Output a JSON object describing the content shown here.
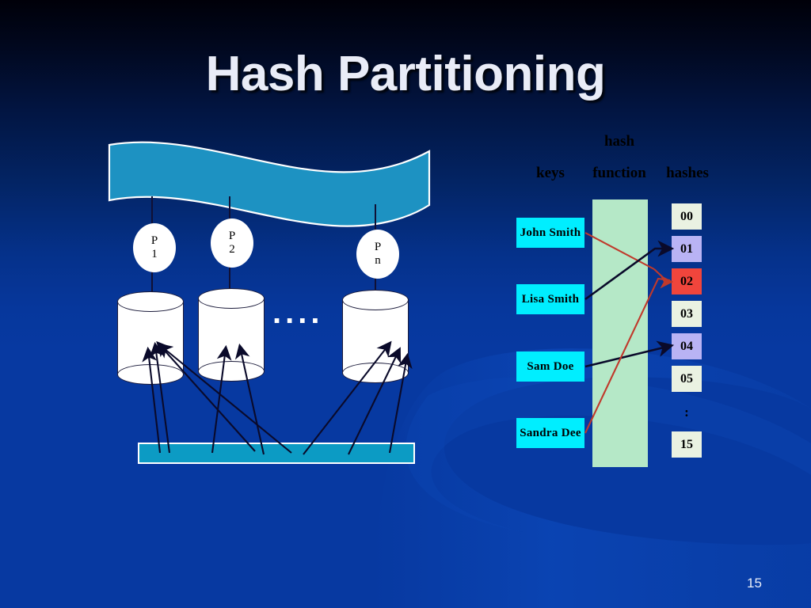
{
  "slide": {
    "title": "Hash Partitioning",
    "page_number": "15",
    "background_top_color": "#000009",
    "background_bottom_color": "#0739a1"
  },
  "partition_diagram": {
    "banner": {
      "name": "data-ribbon",
      "color": "#1d92c2",
      "outline": "#ffffff"
    },
    "processors": [
      {
        "line1": "P",
        "line2": "1"
      },
      {
        "line1": "P",
        "line2": "2"
      },
      {
        "line1": "P",
        "line2": "n"
      }
    ],
    "ellipsis": "....",
    "disks": [
      {
        "label": "disk-1"
      },
      {
        "label": "disk-2"
      },
      {
        "label": "disk-n"
      }
    ],
    "bottom_bar": {
      "name": "relation-bar",
      "color": "#0c9bc4",
      "outline": "#ffffff"
    }
  },
  "hash_diagram": {
    "labels": {
      "keys": "keys",
      "function_line1": "hash",
      "function_line2": "function",
      "hashes": "hashes"
    },
    "keys": [
      {
        "name": "John Smith",
        "arrow_color": "#c0392b",
        "target": "02"
      },
      {
        "name": "Lisa Smith",
        "arrow_color": "#0a0a2a",
        "target": "01"
      },
      {
        "name": "Sam Doe",
        "arrow_color": "#0a0a2a",
        "target": "04"
      },
      {
        "name": "Sandra Dee",
        "arrow_color": "#c0392b",
        "target": "02"
      }
    ],
    "key_box_color": "#00eeff",
    "function_box_color": "#b5e8c7",
    "hash_buckets": [
      {
        "value": "00",
        "color": "#eaf2e2",
        "highlight": "none"
      },
      {
        "value": "01",
        "color": "#b9b3f4",
        "highlight": "hit"
      },
      {
        "value": "02",
        "color": "#f0453c",
        "highlight": "collision"
      },
      {
        "value": "03",
        "color": "#eaf2e2",
        "highlight": "none"
      },
      {
        "value": "04",
        "color": "#b9b3f4",
        "highlight": "hit"
      },
      {
        "value": "05",
        "color": "#eaf2e2",
        "highlight": "none"
      },
      {
        "value": ":",
        "color": "transparent",
        "highlight": "separator"
      },
      {
        "value": "15",
        "color": "#eaf2e2",
        "highlight": "none"
      }
    ]
  }
}
